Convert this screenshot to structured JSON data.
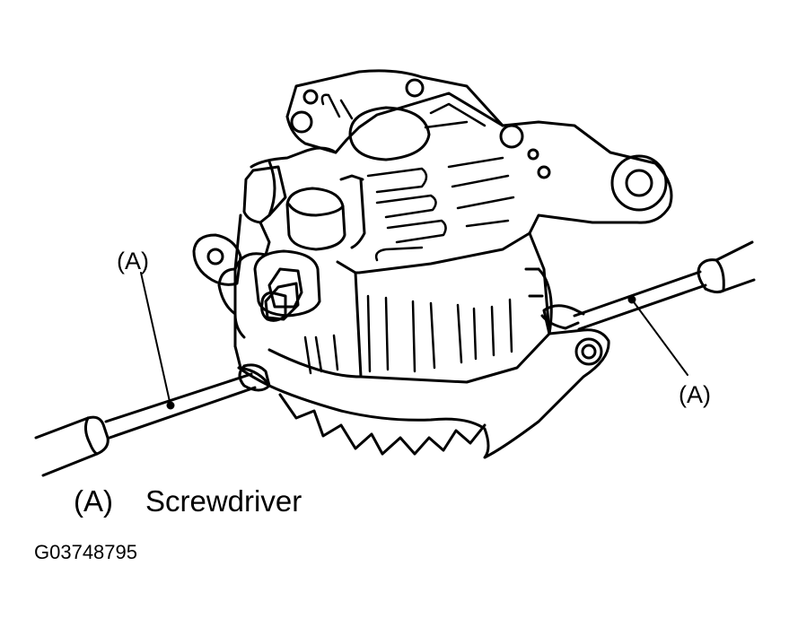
{
  "callouts": {
    "left": "(A)",
    "right": "(A)"
  },
  "legend": {
    "key": "(A)",
    "text": "Screwdriver"
  },
  "figure_id": "G03748795",
  "colors": {
    "ink": "#000000",
    "paper": "#ffffff"
  }
}
